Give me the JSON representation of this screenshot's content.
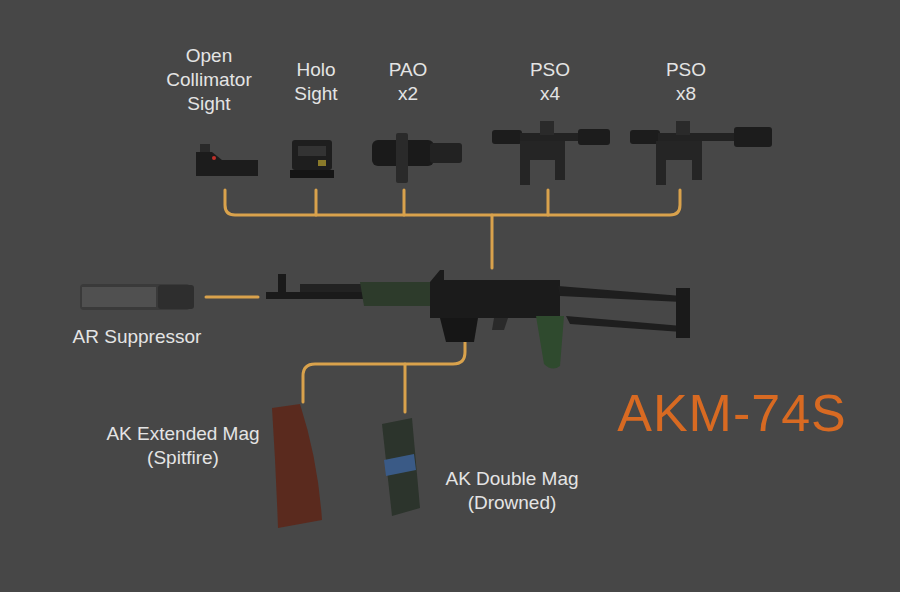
{
  "diagram": {
    "title": "AKM-74S",
    "labels": [
      "Open Collimator Sight",
      "Holo Sight",
      "PAO x2",
      "PSO x4",
      "PSO x8",
      "AR Suppressor",
      "AK Extended Mag (Spitfire)",
      "AK Double Mag (Drowned)"
    ]
  }
}
